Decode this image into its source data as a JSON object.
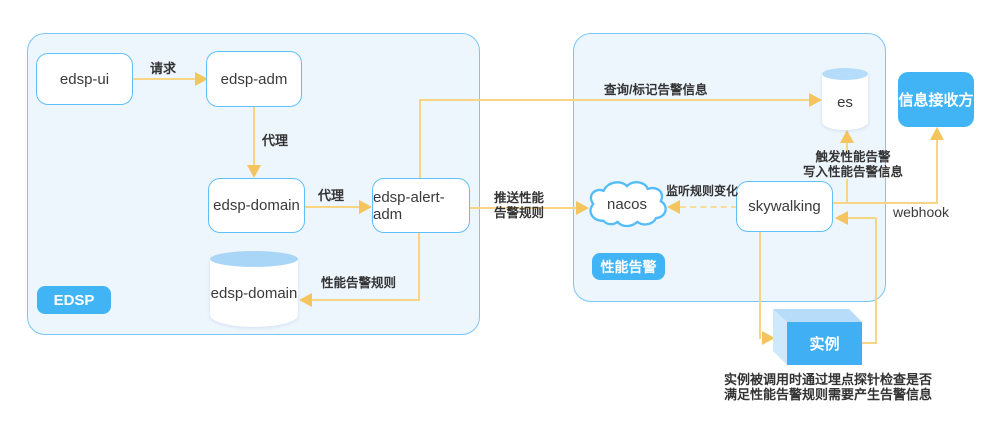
{
  "diagram": {
    "containers": {
      "edsp": {
        "badge": "EDSP"
      },
      "perf": {
        "badge": "性能告警"
      }
    },
    "nodes": {
      "edsp_ui": "edsp-ui",
      "edsp_adm": "edsp-adm",
      "edsp_domain": "edsp-domain",
      "edsp_alert_adm": "edsp-alert-adm",
      "edsp_domain_db": "edsp-domain",
      "es_db": "es",
      "nacos": "nacos",
      "skywalking": "skywalking",
      "receiver": "信息接收方",
      "instance": "实例"
    },
    "edge_labels": {
      "request": "请求",
      "proxy1": "代理",
      "proxy2": "代理",
      "query": "查询/标记告警信息",
      "push_line1": "推送性能",
      "push_line2": "告警规则",
      "perf_rule": "性能告警规则",
      "listen": "监听规则变化",
      "trigger_line1": "触发性能告警",
      "trigger_line2": "写入性能告警信息",
      "webhook": "webhook"
    },
    "note": {
      "line1": "实例被调用时通过埋点探针检查是否",
      "line2": "满足性能告警规则需要产生告警信息"
    },
    "colors": {
      "accent_blue": "#41b4f6",
      "node_border_blue": "#5ec0f8",
      "container_fill": "#edf5fd",
      "container_border": "#79c7f8",
      "arrow_line": "#f8d584",
      "arrow_head": "#f4c45f",
      "cylinder_top": "#a9d6f7",
      "cube_front": "#41aff4",
      "cube_top": "#b7dcfa",
      "cube_side": "#cfe9fc",
      "text_dark": "#333333"
    }
  }
}
